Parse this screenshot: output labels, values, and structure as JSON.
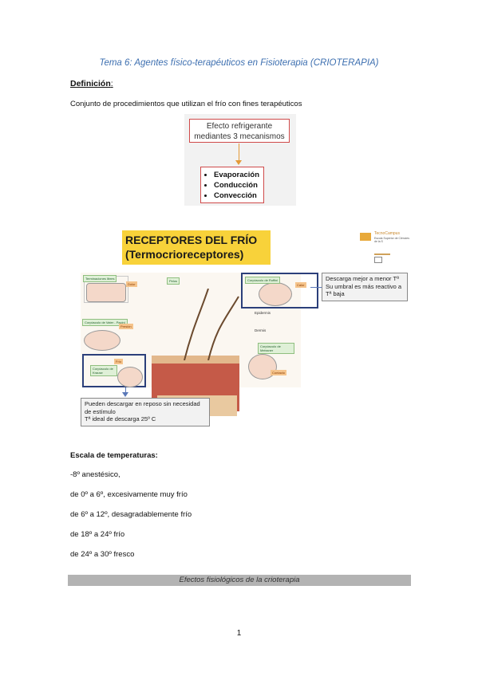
{
  "document": {
    "title": "Tema 6: Agentes físico-terapéuticos en Fisioterapia (CRIOTERAPIA)",
    "definition_heading": "Definición",
    "definition_colon": ":",
    "definition_text": "Conjunto de procedimientos que utilizan el frío con fines terapéuticos",
    "temperature_heading": "Escala de temperaturas:",
    "temperature_scale": [
      "-8º anestésico,",
      "de 0º a 6º, excesivamente muy frío",
      "de 6º a 12º, desagradablemente frío",
      "de 18º a 24º frío",
      "de 24º a 30º fresco"
    ],
    "section_bar": "Efectos fisiológicos de la crioterapia",
    "page_number": "1"
  },
  "figure1": {
    "top_line1": "Efecto refrigerante",
    "top_line2": "mediantes 3 mecanismos",
    "mechanisms": [
      "Evaporación",
      "Conducción",
      "Convección"
    ]
  },
  "figure2": {
    "banner_line1": "RECEPTORES DEL FRÍO",
    "banner_line2": "(Termocrioreceptores)",
    "logo_text": "TecnoCampus",
    "logo_sub": "Escola Superior de Ciències de la S",
    "labels": {
      "free_endings": "Terminaciones libres",
      "pain": "Dolor",
      "hair": "Pelos",
      "ruffini": "Corpúsculo de Ruffini",
      "heat": "Calor",
      "vater_pacini": "Corpúsculo de Vater - Pacini",
      "pressure": "Presión",
      "epidermis": "Epidermis",
      "dermis": "Dermis",
      "meissner": "Corpúsculo de Meissner",
      "contact": "Contacto",
      "cold": "Frío",
      "krause": "Corpúsculo de Krause"
    },
    "callout_right": [
      "Descarga mejor a menor Tª",
      "Su umbral es más reactivo a",
      "Tª baja"
    ],
    "callout_bottom": [
      "Pueden descargar en reposo sin necesidad",
      "de estímulo",
      "Tª ideal de descarga 25º C"
    ]
  }
}
